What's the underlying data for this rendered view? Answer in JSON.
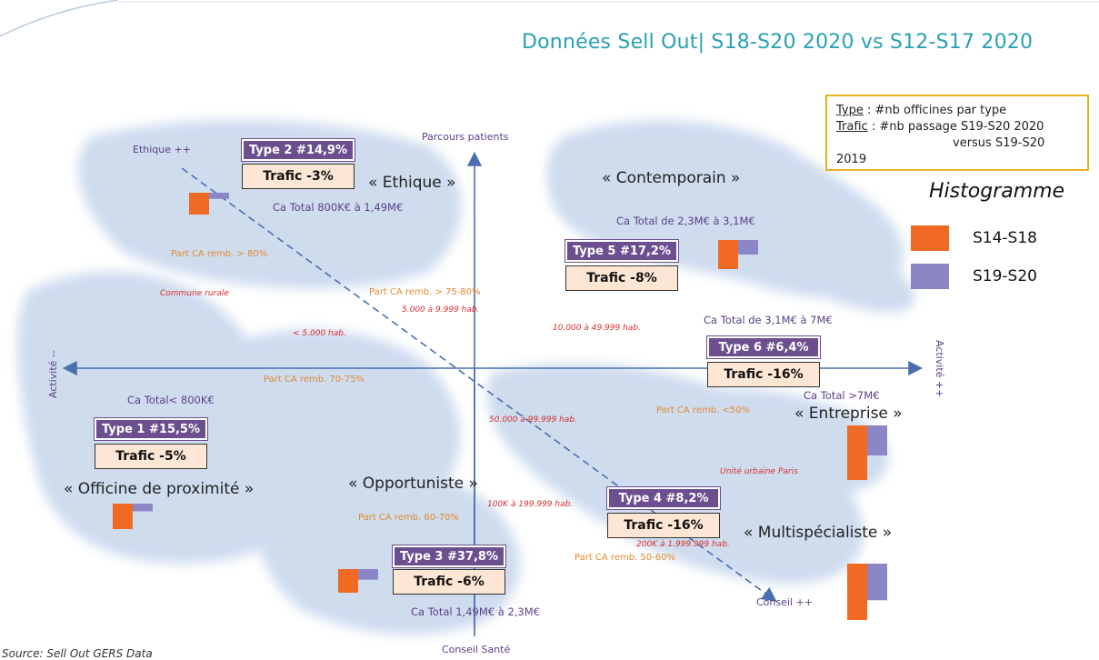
{
  "title": "Données Sell Out| S18-S20 2020 vs S12-S17 2020",
  "legend_box": {
    "type_label": "Type",
    "type_text": " : #nb officines par type",
    "trafic_label": "Trafic",
    "trafic_text": " : #nb passage S19-S20 2020",
    "line3": "versus S19-S20",
    "line4": "2019"
  },
  "histogram": {
    "title": "Histogramme",
    "series": [
      {
        "name": "S14-S18",
        "color": "#f06a24"
      },
      {
        "name": "S19-S20",
        "color": "#8b86c6"
      }
    ]
  },
  "axes": {
    "top": "Parcours patients",
    "bottom": "Conseil Santé",
    "left": "Activité --",
    "right": "Activité ++",
    "diag_start": "Ethique ++",
    "diag_end": "Conseil ++"
  },
  "types": [
    {
      "type": "Type 2  #14,9%",
      "trafic": "Trafic -3%",
      "segment": "« Ethique »",
      "ca": "Ca Total 800K€ à 1,49M€",
      "bars": [
        1.0,
        0.28
      ]
    },
    {
      "type": "Type 5  #17,2%",
      "trafic": "Trafic -8%",
      "segment": "« Contemporain »",
      "ca": "Ca Total de 2,3M€ à 3,1M€",
      "bars": [
        1.0,
        0.5
      ]
    },
    {
      "type": "Type 6  #6,4%",
      "trafic": "Trafic -16%",
      "segment": "« Entreprise »",
      "ca": "Ca Total de 3,1M€ à 7M€",
      "ca2": "Ca Total >7M€",
      "bars": [
        1.0,
        0.55
      ]
    },
    {
      "type": "Type 1  #15,5%",
      "trafic": "Trafic -5%",
      "segment": "« Officine de proximité »",
      "ca": "Ca Total< 800K€",
      "bars": [
        1.0,
        0.3
      ]
    },
    {
      "type": "Type 3  #37,8%",
      "trafic": "Trafic -6%",
      "segment": "« Opportuniste »",
      "ca": "Ca Total 1,49M€ à 2,3M€",
      "bars": [
        1.0,
        0.45
      ]
    },
    {
      "type": "Type 4  #8,2%",
      "trafic": "Trafic -16%",
      "segment": "« Multispécialiste »",
      "bars": [
        1.0,
        0.65
      ]
    }
  ],
  "annotations": {
    "part_ca_80": "Part CA remb. > 80%",
    "part_ca_75_80": "Part CA remb. > 75-80%",
    "part_ca_70_75": "Part CA remb. 70-75%",
    "part_ca_50": "Part CA remb. <50%",
    "part_ca_60_70": "Part CA remb. 60-70%",
    "part_ca_50_60": "Part CA remb. 50-60%",
    "commune_rurale": "Commune rurale",
    "hab_5000": "< 5.000 hab.",
    "hab_5000_9999": "5.000 à 9.999 hab.",
    "hab_10000": "10.000 à 49.999 hab.",
    "hab_50000": "50.000 à 99.999 hab.",
    "hab_100k": "100K à 199.999 hab.",
    "hab_200k": "200K à 1.999.999 hab.",
    "unite_paris": "Unité urbaine Paris"
  },
  "source": "Source: Sell Out GERS Data"
}
